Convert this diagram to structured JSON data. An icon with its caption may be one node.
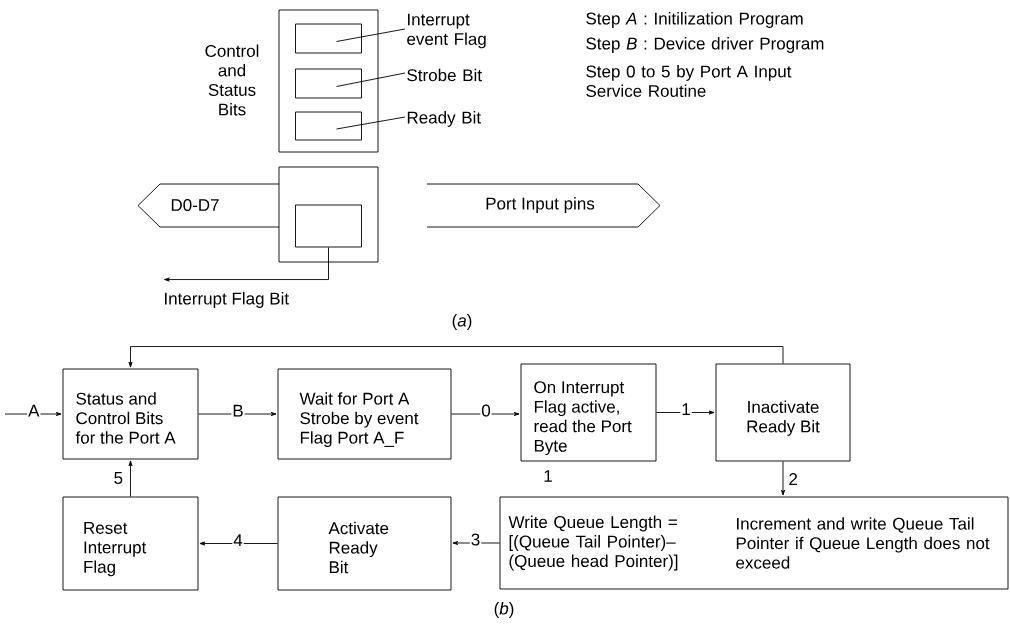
{
  "diagram": {
    "nodes": [
      {
        "text": [],
        "shape": "box",
        "beside": [
          "Control and Status Bits"
        ]
      },
      {
        "text": [],
        "shape": "box",
        "in": 0
      },
      {
        "text": [],
        "shape": "box",
        "in": 0
      },
      {
        "text": [],
        "shape": "box",
        "in": 0
      },
      {
        "text": [
          "Interrupt event Flag"
        ]
      },
      {
        "text": [
          "Strobe Bit"
        ]
      },
      {
        "text": [
          "Ready Bit"
        ]
      },
      {
        "text": [],
        "shape": "box"
      },
      {
        "text": [],
        "shape": "box",
        "in": 7
      },
      {
        "text": [
          "D0-D7"
        ]
      },
      {
        "text": [
          "Port Input pins"
        ]
      },
      {
        "text": [
          "Status and Control Bits for the Port A"
        ]
      },
      {
        "text": [
          "Wait for Port A Strobe by event Flag Port A_F"
        ]
      },
      {
        "text": [
          "On Interrupt Flag active, read the Port Byte"
        ],
        "beside": [
          "1"
        ]
      },
      {
        "text": [
          "Inactivate Ready Bit"
        ]
      },
      {
        "text": [
          "Write Queue Length = [(Queue Tail Pointer)– (Queue head Pointer)]",
          "Increment and write Queue Tail Pointer if Queue Length does not exceed"
        ]
      },
      {
        "text": [
          "Activate Ready Bit"
        ]
      },
      {
        "text": [
          "Reset Interrupt Flag"
        ]
      },
      {
        "text": [
          "Interrupt Flag Bit"
        ]
      }
    ],
    "edges": [
      {
        "from": 4,
        "to": 1,
        "arrow": "none"
      },
      {
        "from": 5,
        "to": 2,
        "arrow": "none"
      },
      {
        "from": 6,
        "to": 3,
        "arrow": "none"
      },
      {
        "from": 8,
        "to": 18,
        "arrow": "to"
      },
      {
        "from": null,
        "to": 11,
        "arrow": "to",
        "label": "A"
      },
      {
        "from": 11,
        "to": 12,
        "arrow": "to",
        "label": "B"
      },
      {
        "from": 12,
        "to": 13,
        "arrow": "to",
        "label": "0"
      },
      {
        "from": 13,
        "to": 14,
        "arrow": "to",
        "label": "1"
      },
      {
        "from": 14,
        "to": 15,
        "arrow": "to",
        "label": "2"
      },
      {
        "from": 15,
        "to": 16,
        "arrow": "to",
        "label": "3"
      },
      {
        "from": 16,
        "to": 17,
        "arrow": "to",
        "label": "4"
      },
      {
        "from": 17,
        "to": 11,
        "arrow": "to",
        "label": "5"
      },
      {
        "from": 14,
        "to": 11,
        "arrow": "to"
      }
    ],
    "labels": [
      "Step *A* : Initilization Program",
      "Step *B* : Device driver Program",
      "Step 0 to 5 by Port A Input Service Routine",
      "(*a*)",
      "(*b*)"
    ]
  }
}
